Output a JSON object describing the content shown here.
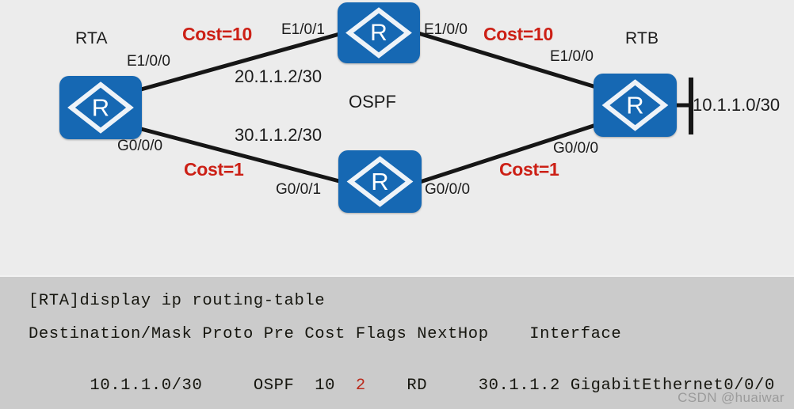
{
  "diagram": {
    "background_color": "#ececec",
    "link_color": "#161616",
    "node_color": "#1668b3",
    "cost_color": "#cc2016",
    "protocol_label": "OSPF",
    "nodes": [
      {
        "id": "rta",
        "name": "RTA",
        "icon": "router-icon",
        "glyph": "R"
      },
      {
        "id": "top",
        "name": "",
        "icon": "router-icon",
        "glyph": "R"
      },
      {
        "id": "rtb",
        "name": "RTB",
        "icon": "router-icon",
        "glyph": "R"
      },
      {
        "id": "bottom",
        "name": "",
        "icon": "router-icon",
        "glyph": "R"
      }
    ],
    "labels": {
      "rta_name": "RTA",
      "rtb_name": "RTB",
      "rta_e1_0_0": "E1/0/0",
      "rta_g0_0_0": "G0/0/0",
      "top_e1_0_1": "E1/0/1",
      "top_e1_0_0": "E1/0/0",
      "rtb_e1_0_0": "E1/0/0",
      "rtb_g0_0_0": "G0/0/0",
      "bottom_g0_0_1": "G0/0/1",
      "bottom_g0_0_0": "G0/0/0",
      "net_upper": "20.1.1.2/30",
      "net_lower": "30.1.1.2/30",
      "stub_net": "10.1.1.0/30",
      "cost_upper_left": "Cost=10",
      "cost_upper_right": "Cost=10",
      "cost_lower_left": "Cost=1",
      "cost_lower_right": "Cost=1",
      "protocol": "OSPF"
    }
  },
  "terminal": {
    "background_color": "#cbcbcb",
    "text_color": "#16160f",
    "highlight_color": "#bb2b1c",
    "line1": "[RTA]display ip routing-table",
    "line2": "Destination/Mask Proto Pre Cost Flags NextHop    Interface",
    "line3_a": "10.1.1.0/30     OSPF  10  ",
    "line3_cost": "2",
    "line3_b": "    RD     30.1.1.2 GigabitEthernet0/0/0",
    "route": {
      "destination_mask": "10.1.1.0/30",
      "proto": "OSPF",
      "pre": "10",
      "cost": "2",
      "flags": "RD",
      "nexthop": "30.1.1.2",
      "interface": "GigabitEthernet0/0/0"
    },
    "columns": [
      "Destination/Mask",
      "Proto",
      "Pre",
      "Cost",
      "Flags",
      "NextHop",
      "Interface"
    ]
  },
  "watermark": {
    "text": "CSDN @huaiwar"
  }
}
